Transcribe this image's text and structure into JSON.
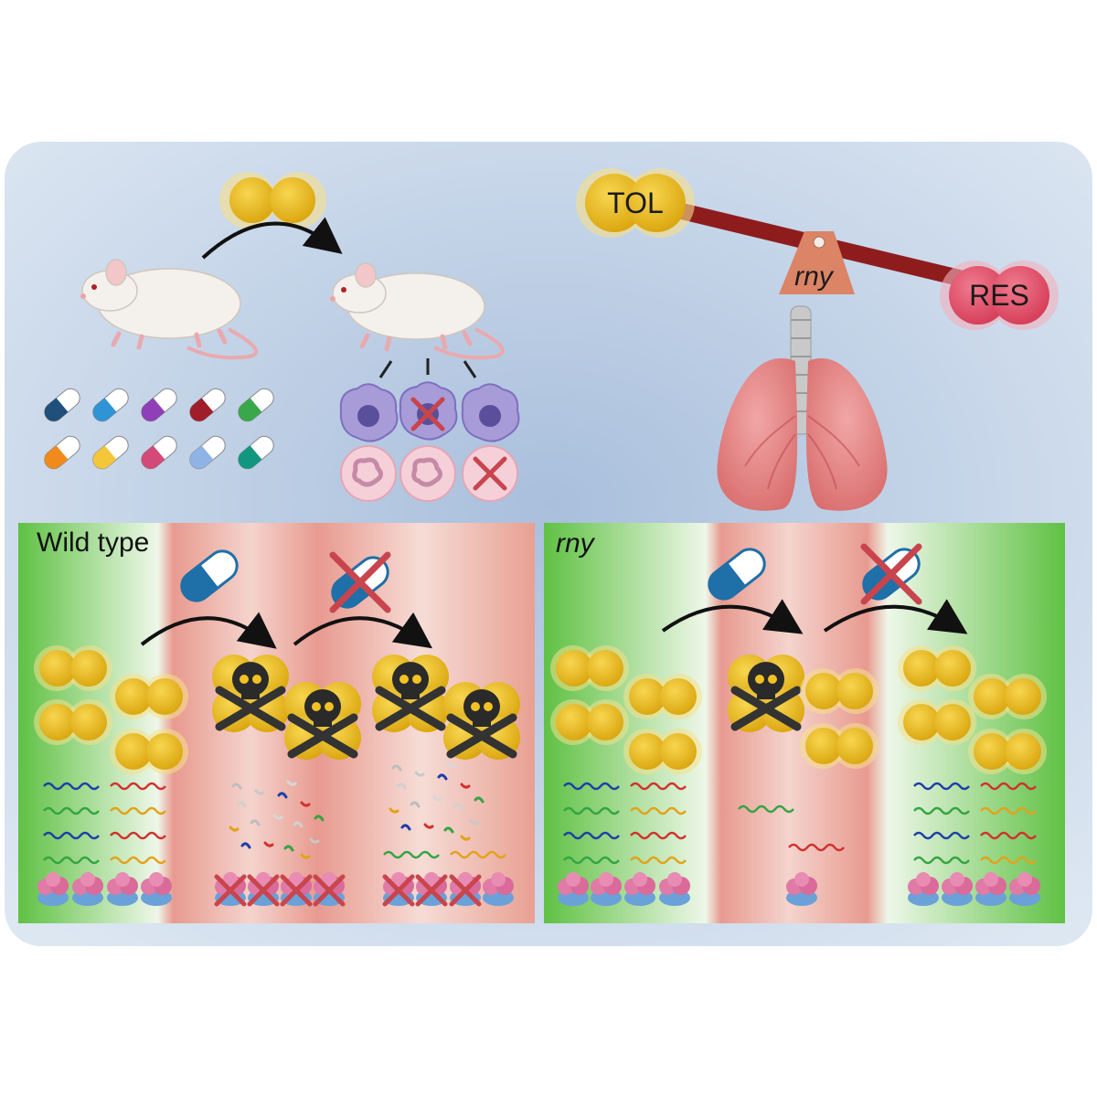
{
  "labels": {
    "tol": "TOL",
    "res": "RES",
    "rny_fulcrum": "rny",
    "wild_type": "Wild type",
    "rny_panel": "rny"
  },
  "colors": {
    "backdrop": "#c3d3e8",
    "bacteria_yellow": "#f2c224",
    "res_pink": "#e9566e",
    "seesaw_bar": "#8e1c1c",
    "fulcrum": "#db8466",
    "green_zone": "#6cc94e",
    "red_zone": "#e9a79c",
    "antibiotic_blue": "#1f6fa8",
    "cross_red": "#c8454d",
    "skull": "#2a2a2a"
  },
  "pill_colors": [
    "#1f4f7a",
    "#2f94d6",
    "#8f3fb8",
    "#a01d2a",
    "#39a84b",
    "#f08a1d",
    "#f4c63a",
    "#d34a78",
    "#8fb3e6",
    "#11967f"
  ],
  "icons": [
    "mouse-icon",
    "bacteria-icon",
    "capsule-icon",
    "macrophage-icon",
    "neutrophil-icon",
    "lungs-icon",
    "seesaw-icon",
    "skull-crossbones-icon",
    "mrna-icon",
    "ribosome-icon",
    "cross-icon",
    "arrow-icon"
  ]
}
